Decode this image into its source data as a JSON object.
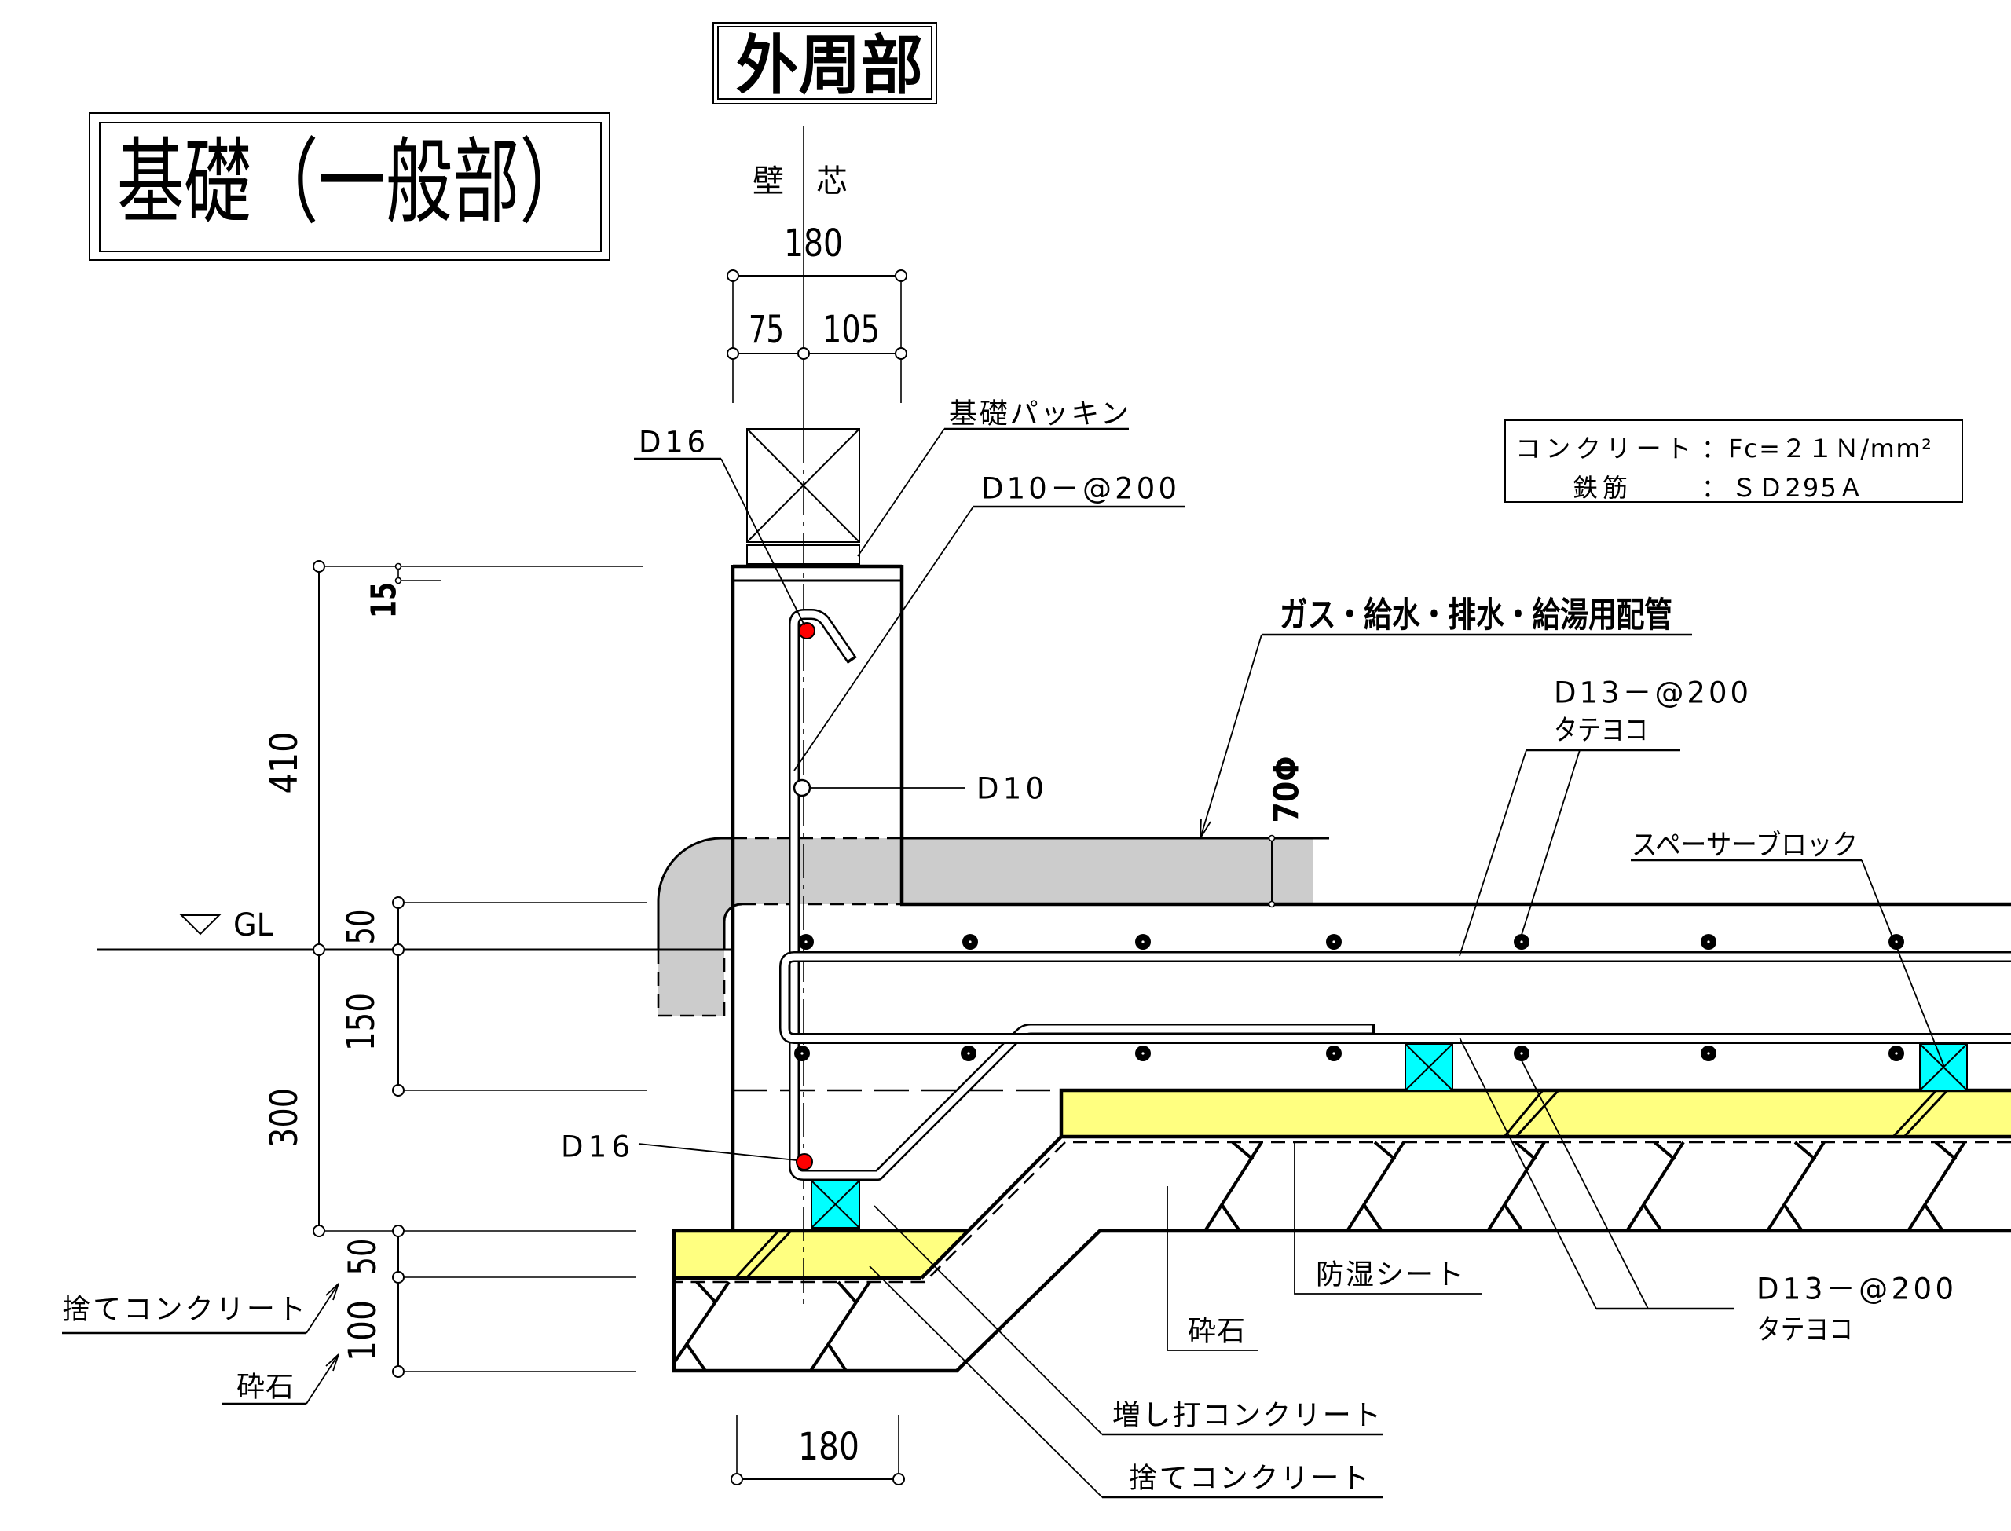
{
  "drawing": {
    "title": "基礎（一般部）",
    "section": "外周部",
    "wall_center": {
      "left": "壁",
      "right": "芯"
    },
    "gl_label": "GL"
  },
  "dimensions": {
    "wall_width_top": "180",
    "wall_offset_outer": "75",
    "wall_offset_inner": "105",
    "top_level_adjust": "15",
    "height_above_gl": "410",
    "height_below_gl": "300",
    "slab_top_above_gl": "50",
    "slab_bottom_below_gl": "150",
    "blinding_thickness": "50",
    "gravel_thickness": "100",
    "footing_width": "180",
    "pipe_diameter": "70Φ"
  },
  "spec": {
    "concrete": {
      "label": "コンクリート",
      "sep": "：",
      "value": "Fc=２１Ｎ/mm²"
    },
    "rebar": {
      "label": "鉄筋",
      "sep": "：",
      "value": "ＳＤ295Ａ"
    }
  },
  "callouts": {
    "top_main_bar": "D16",
    "foundation_packing": "基礎パッキン",
    "wall_stirrup": "D10－@200",
    "wall_horizontal_bar": "D10",
    "piping": "ガス・給水・排水・給湯用配管",
    "slab_top_bars": {
      "spec": "D13－@200",
      "direction": "タテヨコ"
    },
    "spacer_block": "スペーサーブロック",
    "bottom_main_bar": "D16",
    "blinding_left": "捨てコンクリート",
    "gravel_left": "砕石",
    "moisture_barrier": "防湿シート",
    "gravel_under_slab": "砕石",
    "slab_bottom_bars": {
      "spec": "D13－@200",
      "direction": "タテヨコ"
    },
    "additional_concrete": "増し打コンクリート",
    "blinding_bottom": "捨てコンクリート"
  },
  "colors": {
    "piping": "#cccccc",
    "concrete_fill": "#ffff80",
    "spacer_block": "#00ffff",
    "main_bar": "#ff0000",
    "line": "#000000"
  }
}
